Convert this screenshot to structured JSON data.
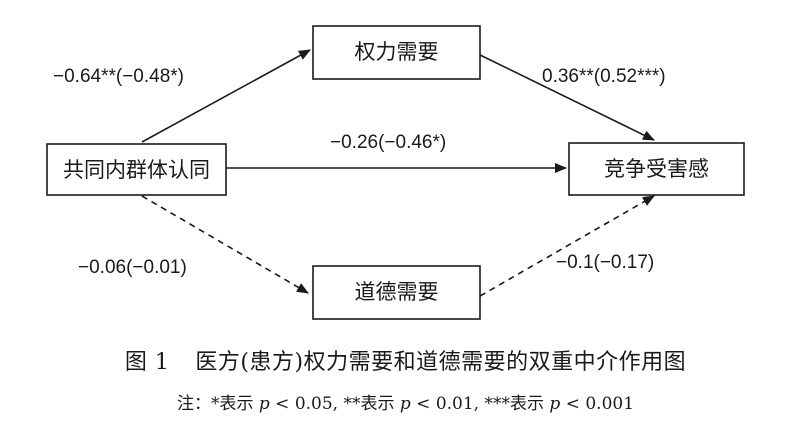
{
  "diagram": {
    "nodes": {
      "identity": "共同内群体认同",
      "power": "权力需要",
      "moral": "道德需要",
      "competition": "竞争受害感"
    },
    "edges": {
      "identity_power": "−0.64**(−0.48*)",
      "power_competition": "0.36**(0.52***)",
      "identity_competition": "−0.26(−0.46*)",
      "identity_moral": "−0.06(−0.01)",
      "moral_competition": "−0.1(−0.17)"
    }
  },
  "caption": {
    "figure_number": "图 1",
    "title": "医方(患方)权力需要和道德需要的双重中介作用图"
  },
  "note": {
    "prefix": "注：",
    "item1_marker": "*表示",
    "item1_var": "p",
    "item1_cond": " < 0.05, ",
    "item2_marker": "**表示",
    "item2_var": "p",
    "item2_cond": " < 0.01, ",
    "item3_marker": "***表示",
    "item3_var": "p",
    "item3_cond": " < 0.001"
  }
}
